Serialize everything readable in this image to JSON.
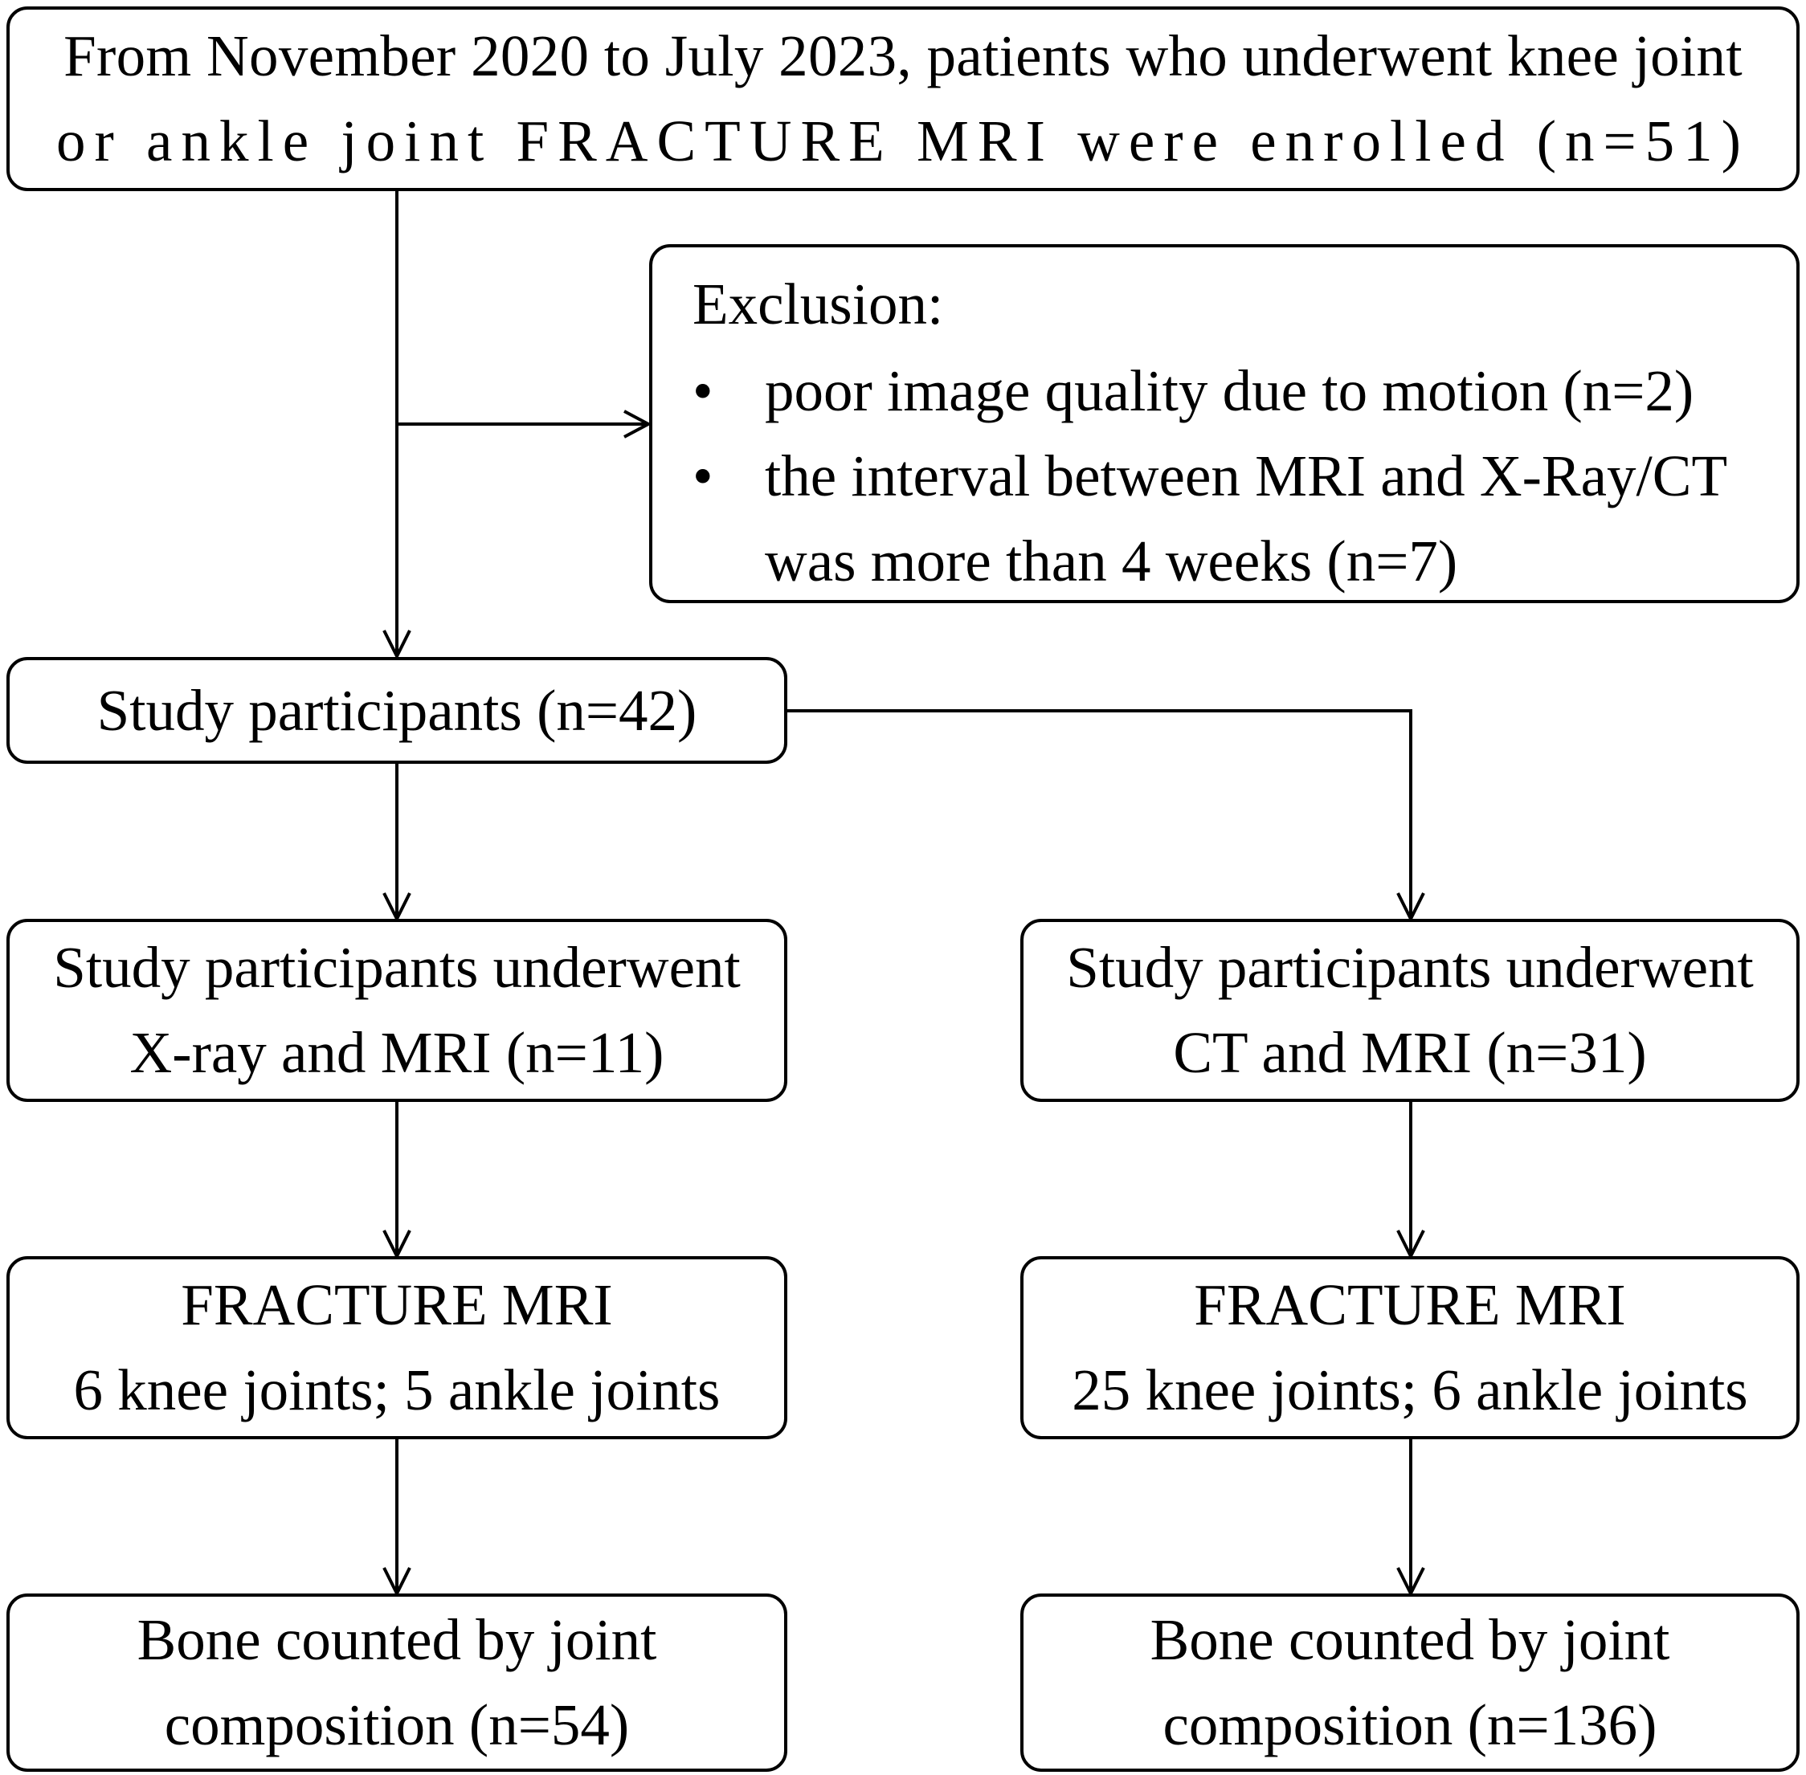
{
  "flowchart": {
    "enrollment": {
      "line1": "From November 2020 to July 2023, patients who underwent knee joint",
      "line2": "or ankle joint FRACTURE MRI were enrolled (n=51)"
    },
    "exclusion": {
      "title": "Exclusion:",
      "bullet": "•",
      "items": [
        {
          "line1": "poor image quality due to motion (n=2)"
        },
        {
          "line1": "the interval between MRI and X-Ray/CT",
          "line2": "was more than 4 weeks (n=7)"
        }
      ]
    },
    "participants": {
      "label": "Study participants (n=42)"
    },
    "left_branch": {
      "group": {
        "line1": "Study participants underwent",
        "line2": "X-ray and MRI (n=11)"
      },
      "fracture": {
        "line1": "FRACTURE MRI",
        "line2": "6 knee joints; 5 ankle joints"
      },
      "bone": {
        "line1": "Bone counted by joint",
        "line2": "composition (n=54)"
      }
    },
    "right_branch": {
      "group": {
        "line1": "Study participants underwent",
        "line2": "CT and MRI (n=31)"
      },
      "fracture": {
        "line1": "FRACTURE MRI",
        "line2": "25 knee joints; 6 ankle joints"
      },
      "bone": {
        "line1": "Bone counted by joint",
        "line2": "composition (n=136)"
      }
    }
  },
  "colors": {
    "stroke": "#000000",
    "background": "#ffffff"
  }
}
